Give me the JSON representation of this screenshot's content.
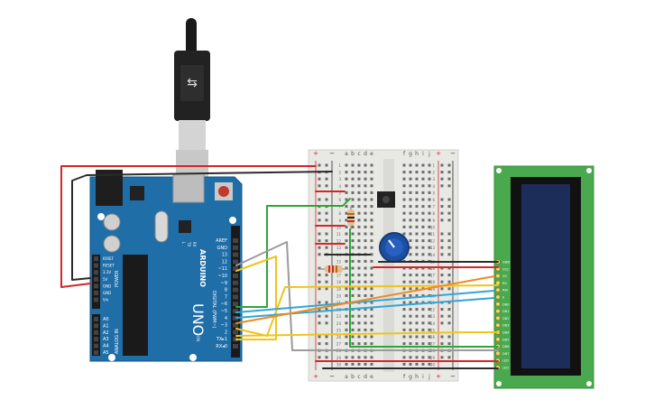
{
  "arduino": {
    "brand": "ARDUINO",
    "model": "UNO",
    "on_label": "ON",
    "tx_label": "TX",
    "rx_label": "RX",
    "l_label": "L",
    "digital_label": "DIGITAL (PWM~)",
    "power_label": "POWER",
    "analog_label": "ANALOG IN",
    "digital_pins": [
      "AREF",
      "GND",
      "13",
      "12",
      "~11",
      "~10",
      "~9",
      "8",
      "7",
      "~6",
      "~5",
      "4",
      "~3",
      "2",
      "TX▸1",
      "RX◂0"
    ],
    "power_pins": [
      "IOREF",
      "RESET",
      "3.3V",
      "5V",
      "GND",
      "GND",
      "Vin"
    ],
    "analog_pins": [
      "A0",
      "A1",
      "A2",
      "A3",
      "A4",
      "A5"
    ]
  },
  "breadboard": {
    "columns_left": [
      "a",
      "b",
      "c",
      "d",
      "e"
    ],
    "columns_right": [
      "f",
      "g",
      "h",
      "i",
      "j"
    ],
    "plus": "+",
    "minus": "−",
    "row_numbers": [
      "1",
      "2",
      "3",
      "4",
      "5",
      "6",
      "7",
      "8",
      "9",
      "10",
      "11",
      "12",
      "13",
      "14",
      "15",
      "16",
      "17",
      "18",
      "19",
      "20",
      "21",
      "22",
      "23",
      "24",
      "25",
      "26",
      "27",
      "28",
      "29",
      "30"
    ]
  },
  "lcd": {
    "pins": [
      "GND",
      "VCC",
      "V0",
      "RS",
      "RW",
      "E",
      "DB0",
      "DB1",
      "DB2",
      "DB3",
      "DB4",
      "DB5",
      "DB6",
      "DB7",
      "LED",
      "LED"
    ]
  },
  "colors": {
    "arduino_board": "#1f6ea8",
    "breadboard": "#e8e8e4",
    "lcd_pcb": "#4aa84e",
    "lcd_screen": "#1c2d59",
    "wire_red": "#d3262a",
    "wire_black": "#2b2b2b",
    "wire_green": "#2fa63a",
    "wire_yellow": "#f0c419",
    "wire_orange": "#ef8a1f",
    "wire_blue": "#2fa6d9",
    "wire_gray": "#9b9b9b",
    "potentiometer": "#1d4fa0"
  }
}
